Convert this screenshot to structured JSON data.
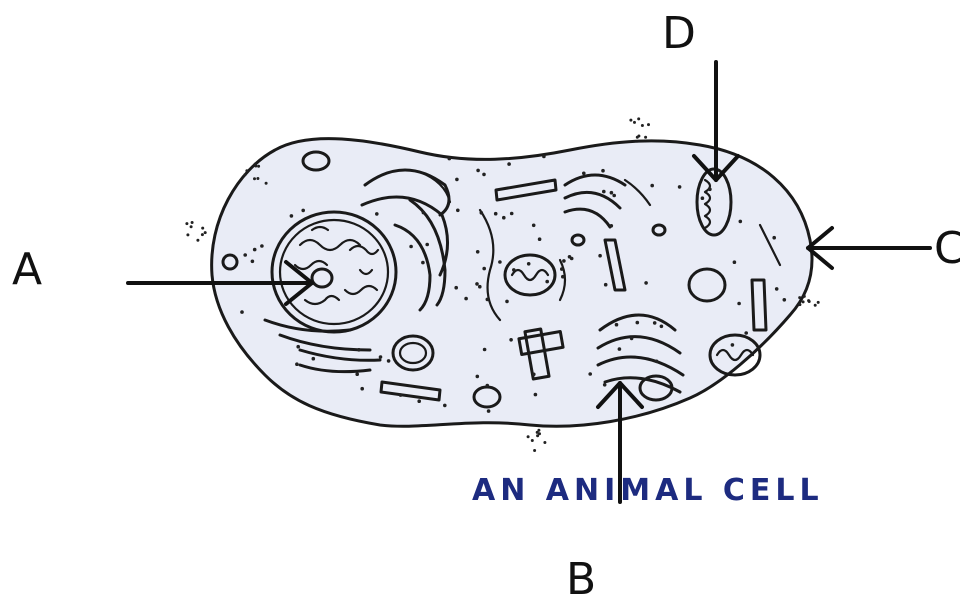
{
  "diagram": {
    "caption": "AN ANIMAL CELL",
    "labels": {
      "A": "A",
      "B": "B",
      "C": "C",
      "D": "D"
    }
  },
  "colors": {
    "cytoplasm": "#e9ecf6",
    "outline": "#1a1a1a",
    "caption": "#1d2b80",
    "label": "#111111"
  }
}
